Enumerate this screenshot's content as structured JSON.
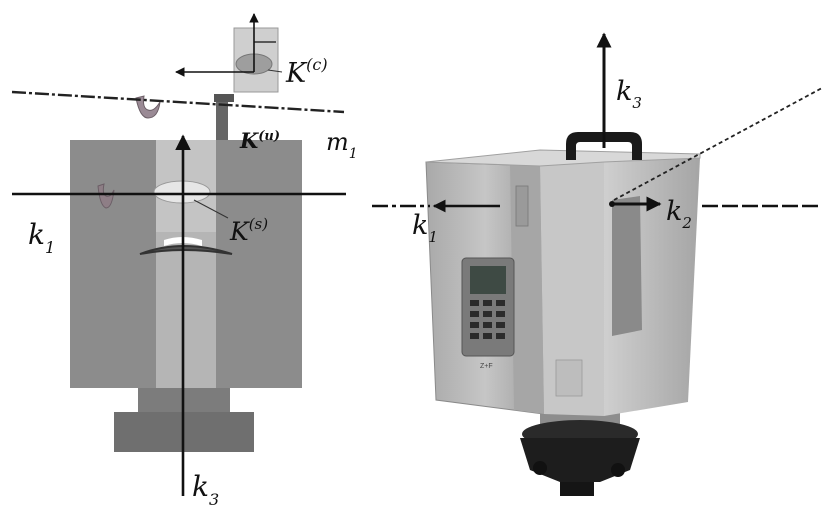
{
  "left_diagram": {
    "k1": {
      "base": "k",
      "sub": "1"
    },
    "k3": {
      "base": "k",
      "sub": "3"
    },
    "m1": {
      "base": "m",
      "sub": "1"
    },
    "Kc": {
      "base": "K",
      "sup": "(c)"
    },
    "Ku": {
      "base": "K",
      "sup": "(u)"
    },
    "Ks": {
      "base": "K",
      "sup": "(s)"
    }
  },
  "right_photo": {
    "k1": {
      "base": "k",
      "sub": "1"
    },
    "k2": {
      "base": "k",
      "sub": "2"
    },
    "k3": {
      "base": "k",
      "sub": "3"
    },
    "device_badge": "Z+F"
  },
  "colors": {
    "body_gray": "#8c8c8c",
    "dark_gray": "#5e5e5e",
    "light_gray": "#c9c9c9",
    "photo_body": "#b9b9b9",
    "ink": "#111111"
  }
}
